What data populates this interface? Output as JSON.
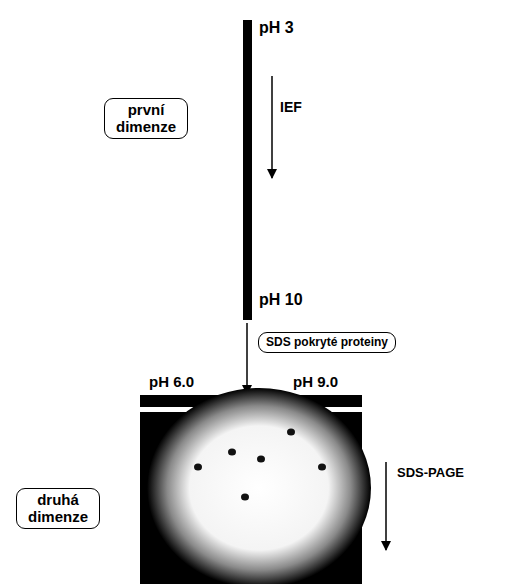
{
  "diagram": {
    "nodes": [
      {
        "text": [
          "první dimenze"
        ]
      },
      {
        "text": [
          "SDS pokryté proteiny"
        ]
      },
      {
        "text": [
          "druhá dimenze"
        ]
      }
    ],
    "labels": [
      "pH 3",
      "IEF",
      "pH 10",
      "pH 6.0",
      "pH 9.0",
      "SDS-PAGE"
    ]
  }
}
